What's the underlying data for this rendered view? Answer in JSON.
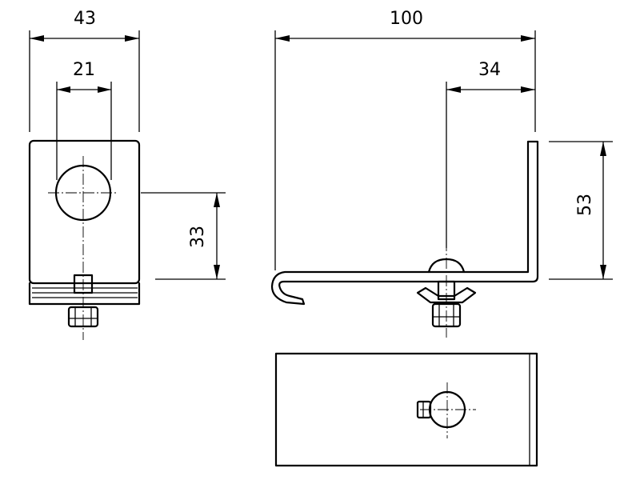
{
  "dimensions": {
    "front_width": "43",
    "front_hole_width": "21",
    "front_hole_height": "33",
    "side_length": "100",
    "side_bolt_offset": "34",
    "side_height": "53"
  },
  "colors": {
    "line": "#000000",
    "background": "#ffffff"
  }
}
